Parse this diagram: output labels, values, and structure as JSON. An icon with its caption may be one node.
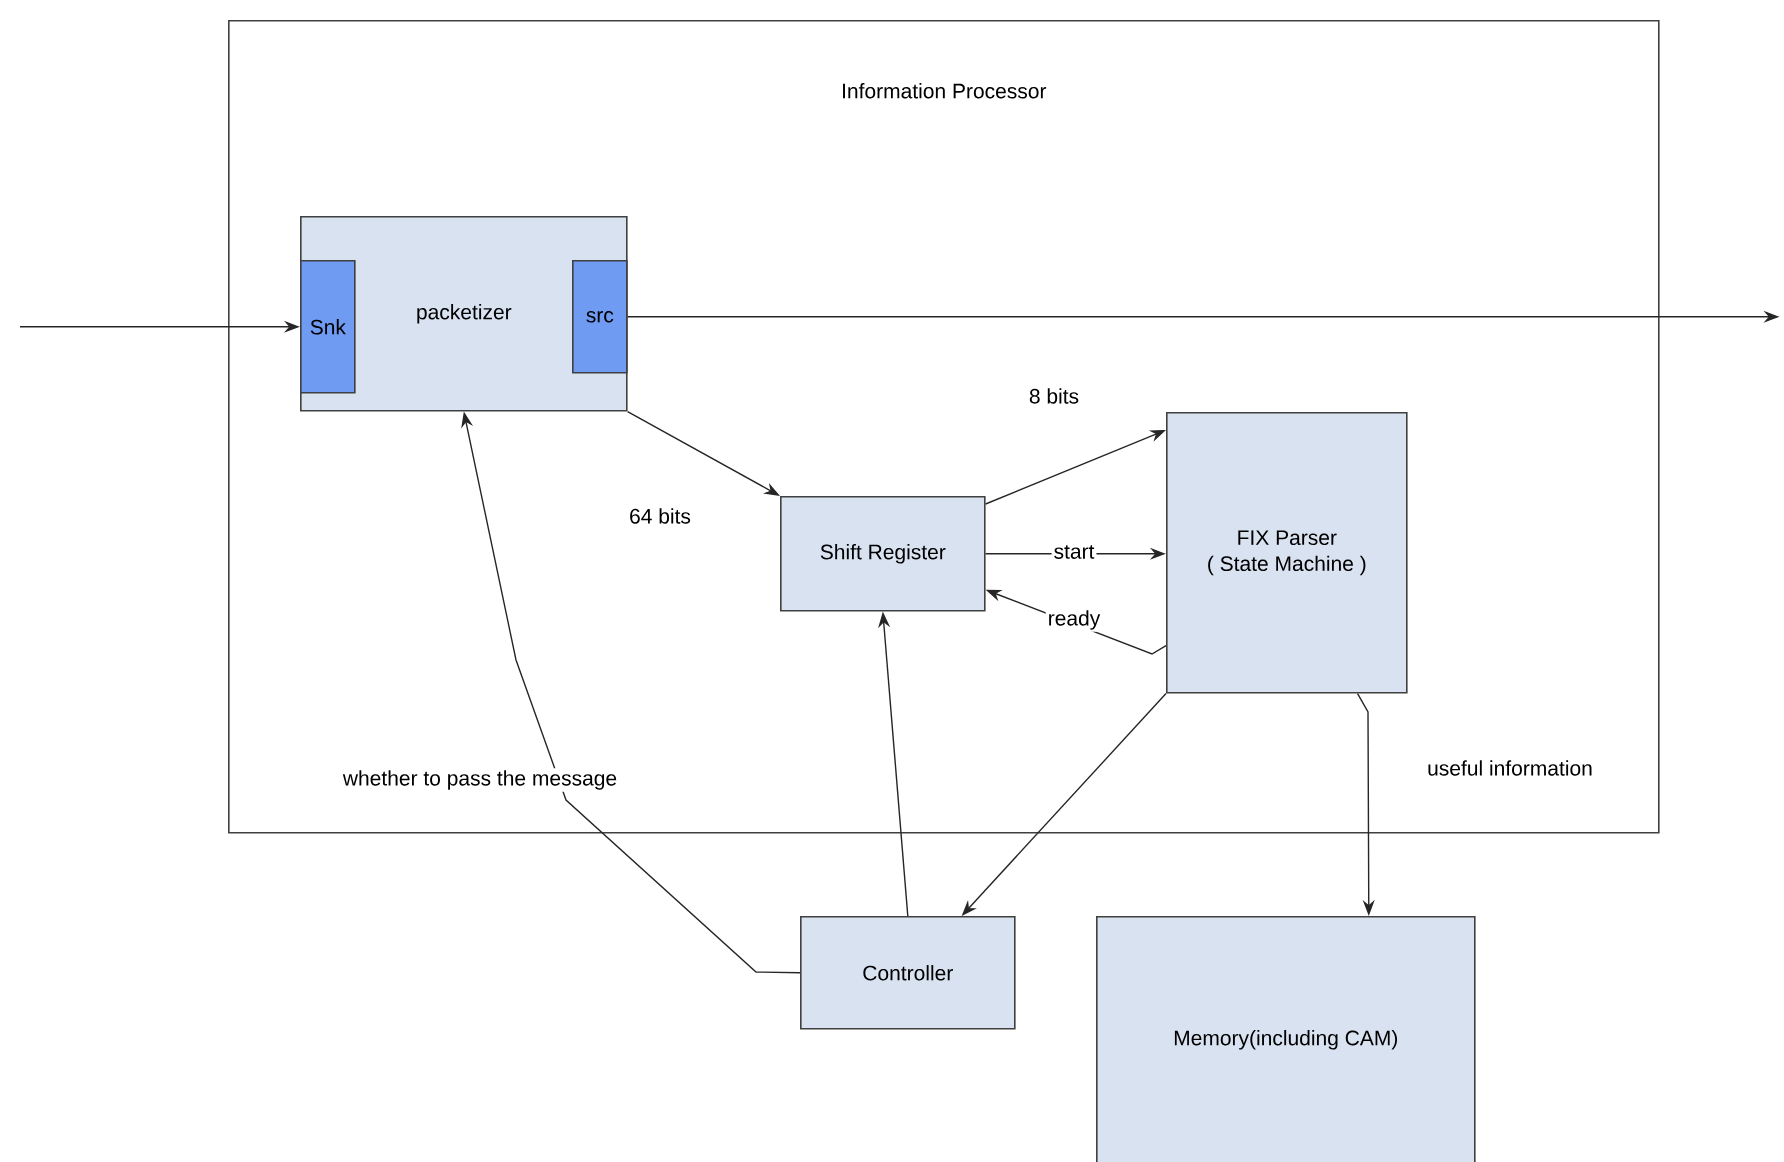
{
  "diagram": {
    "nodes": [
      {
        "text": [
          "Information Processor"
        ]
      },
      {
        "text": [
          "packetizer"
        ],
        "in": 0
      },
      {
        "text": [
          "Snk"
        ],
        "in": 1
      },
      {
        "text": [
          "src"
        ],
        "in": 1
      },
      {
        "text": [
          "Shift Register"
        ],
        "in": 0
      },
      {
        "text": [
          "FIX Parser",
          "( State Machine )"
        ],
        "in": 0
      },
      {
        "text": [
          "Controller"
        ]
      },
      {
        "text": [
          "Memory(including CAM)"
        ]
      }
    ],
    "edges": [
      {
        "from": null,
        "to": 2,
        "arrow": "to"
      },
      {
        "from": 3,
        "to": null,
        "arrow": "to"
      },
      {
        "from": 1,
        "to": 4,
        "arrow": "to",
        "label": "64 bits"
      },
      {
        "from": 4,
        "to": 5,
        "arrow": "to",
        "label": "8 bits"
      },
      {
        "from": 4,
        "to": 5,
        "arrow": "to",
        "label": "start"
      },
      {
        "from": 5,
        "to": 4,
        "arrow": "to",
        "label": "ready"
      },
      {
        "from": 5,
        "to": 6,
        "arrow": "to"
      },
      {
        "from": 5,
        "to": 7,
        "arrow": "to",
        "label": "useful information"
      },
      {
        "from": 6,
        "to": 4,
        "arrow": "to"
      },
      {
        "from": 6,
        "to": 1,
        "arrow": "to",
        "label": "whether to pass the message"
      }
    ]
  }
}
